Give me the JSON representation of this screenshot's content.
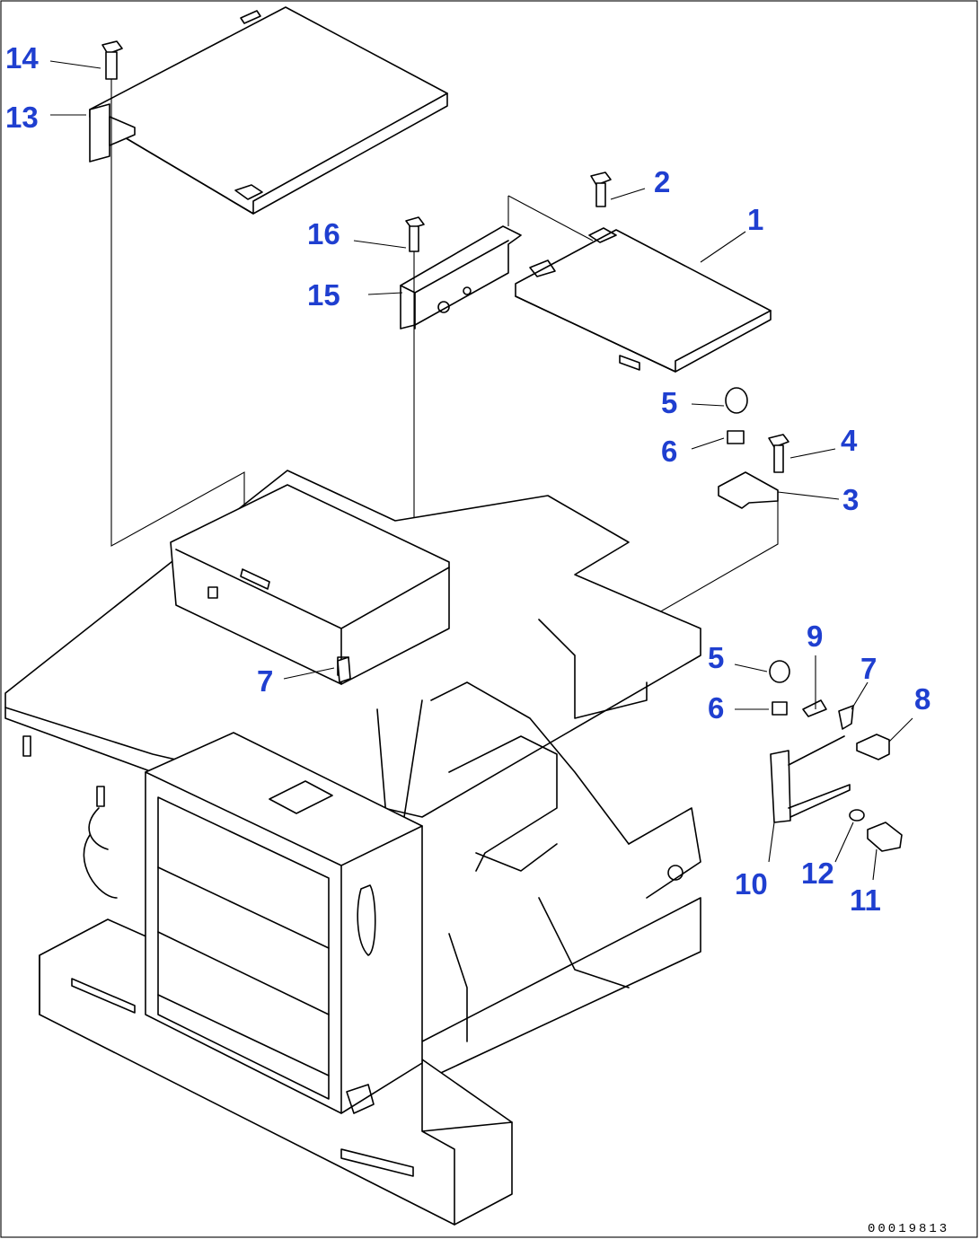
{
  "callouts": [
    {
      "id": "callout-14",
      "label": "14"
    },
    {
      "id": "callout-13",
      "label": "13"
    },
    {
      "id": "callout-2",
      "label": "2"
    },
    {
      "id": "callout-1",
      "label": "1"
    },
    {
      "id": "callout-16",
      "label": "16"
    },
    {
      "id": "callout-15",
      "label": "15"
    },
    {
      "id": "callout-5-top",
      "label": "5"
    },
    {
      "id": "callout-6-top",
      "label": "6"
    },
    {
      "id": "callout-4",
      "label": "4"
    },
    {
      "id": "callout-3",
      "label": "3"
    },
    {
      "id": "callout-9",
      "label": "9"
    },
    {
      "id": "callout-5-mid",
      "label": "5"
    },
    {
      "id": "callout-7-right",
      "label": "7"
    },
    {
      "id": "callout-7-left",
      "label": "7"
    },
    {
      "id": "callout-6-mid",
      "label": "6"
    },
    {
      "id": "callout-8",
      "label": "8"
    },
    {
      "id": "callout-10",
      "label": "10"
    },
    {
      "id": "callout-12",
      "label": "12"
    },
    {
      "id": "callout-11",
      "label": "11"
    }
  ],
  "drawing_code": "00019813",
  "colors": {
    "callout": "#1f3fd0",
    "ink": "#000000"
  }
}
